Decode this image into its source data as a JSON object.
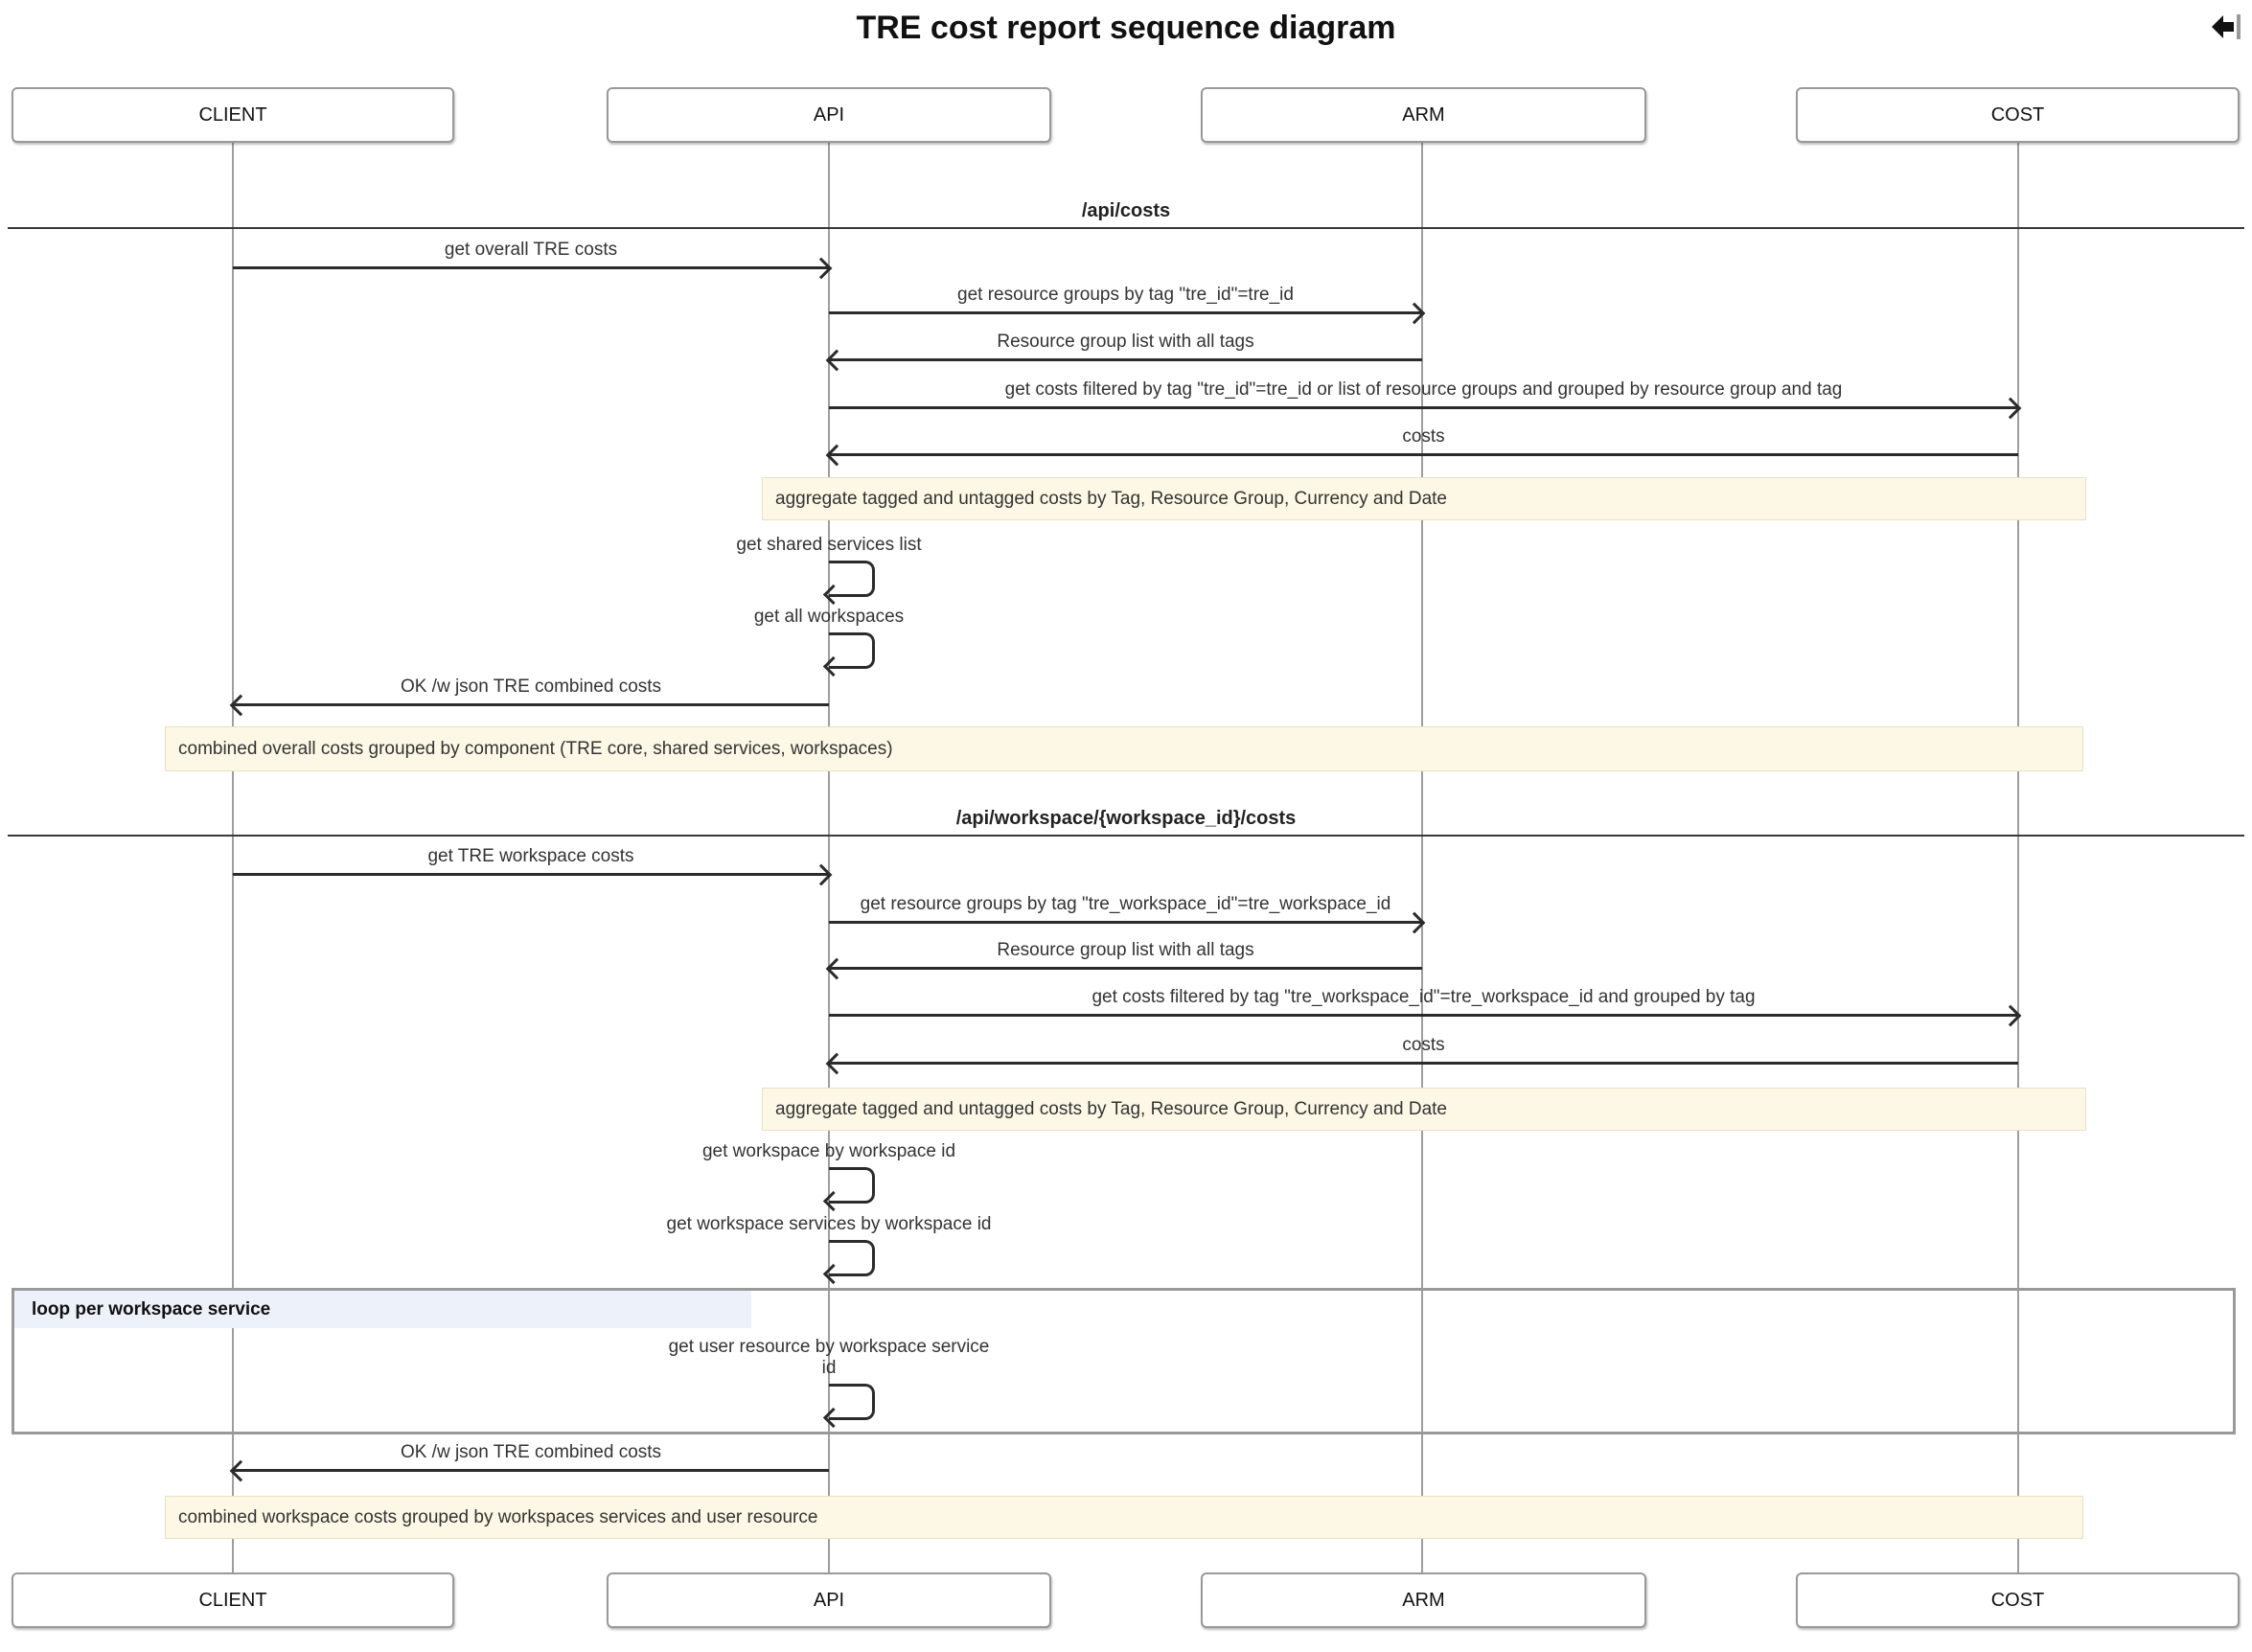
{
  "title": "TRE cost report sequence diagram",
  "icons": {
    "top_right": "left-arrow-to-bar-icon"
  },
  "actors": {
    "a1": "CLIENT",
    "a2": "API",
    "a3": "ARM",
    "a4": "COST"
  },
  "dividers": {
    "d1": "/api/costs",
    "d2": "/api/workspace/{workspace_id}/costs"
  },
  "messages": {
    "m1": "get overall TRE costs",
    "m2": "get resource groups by tag \"tre_id\"=tre_id",
    "m3": "Resource group list with all tags",
    "m4": "get costs filtered by tag \"tre_id\"=tre_id or list of resource groups and grouped by resource group and tag",
    "m5": "costs",
    "s1": "get shared services list",
    "s2": "get all workspaces",
    "m6": "OK /w json TRE combined costs",
    "m7": "get TRE workspace costs",
    "m8": "get resource groups by tag \"tre_workspace_id\"=tre_workspace_id",
    "m9": "Resource group list with all tags",
    "m10": "get costs filtered by tag \"tre_workspace_id\"=tre_workspace_id and grouped by tag",
    "m11": "costs",
    "s3": "get workspace by workspace id",
    "s4": "get workspace services by workspace id",
    "s5_line1": "get user resource by workspace service",
    "s5_line2": "id",
    "m12": "OK /w json TRE combined costs"
  },
  "notes": {
    "n1": "aggregate tagged and untagged costs by Tag, Resource Group, Currency and Date",
    "n2": "combined overall costs grouped by component (TRE core, shared services, workspaces)",
    "n3": "aggregate tagged and untagged costs by Tag, Resource Group, Currency and Date",
    "n4": "combined workspace costs grouped by workspaces services and user resource"
  },
  "loop": {
    "label": "loop per workspace service"
  },
  "colors": {
    "note_bg": "#fdf8e6",
    "note_border": "#e8e1c4",
    "loop_header_bg": "#edf1fa",
    "message": "#2b2b2b",
    "lifeline": "#9e9e9e"
  }
}
